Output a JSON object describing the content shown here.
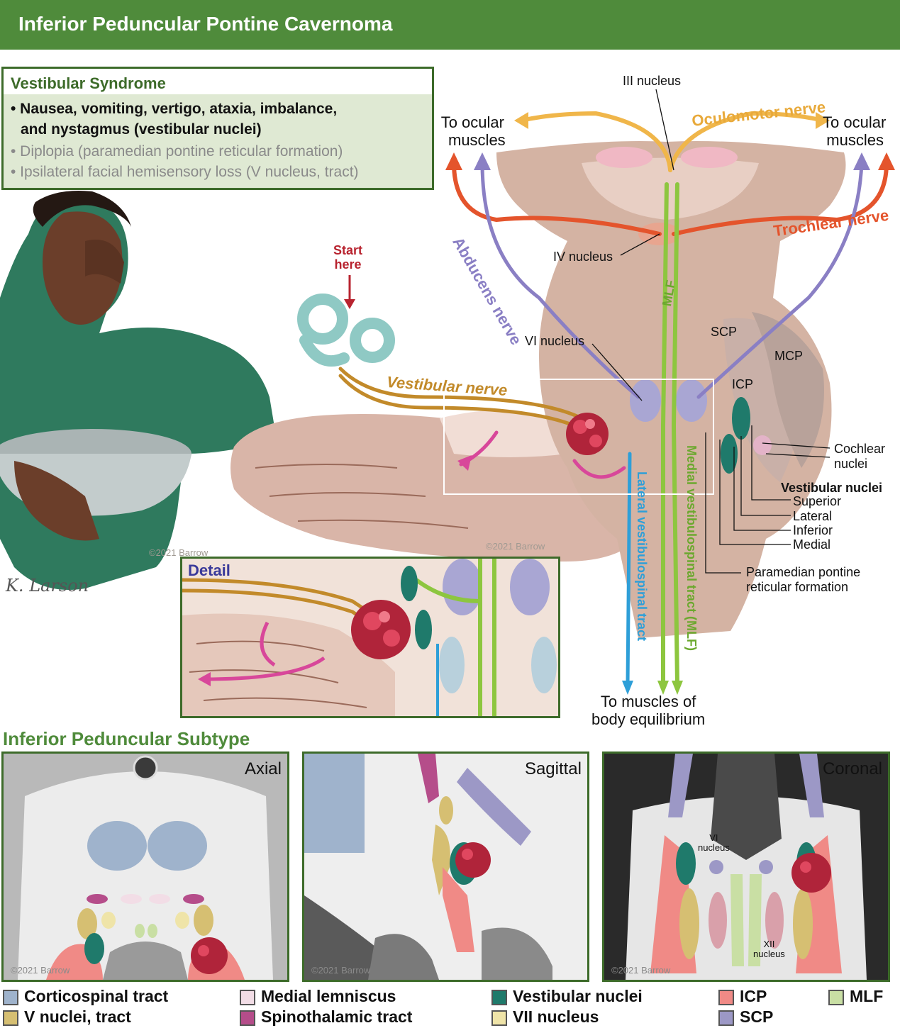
{
  "title": "Inferior Peduncular Pontine Cavernoma",
  "syndrome": {
    "heading": "Vestibular Syndrome",
    "symptoms": [
      "• Nausea, vomiting, vertigo, ataxia, imbalance,",
      "and nystagmus (vestibular nuclei)",
      "• Diplopia (paramedian pontine reticular formation)",
      "• Ipsilateral facial hemisensory loss (V nucleus, tract)"
    ]
  },
  "labels": {
    "iii_nucleus": "III nucleus",
    "oculomotor_nerve": "Oculomotor nerve",
    "to_ocular_left": [
      "To ocular",
      "muscles"
    ],
    "to_ocular_right": [
      "To ocular",
      "muscles"
    ],
    "abducens_nerve": "Abducens nerve",
    "trochlear_nerve": "Trochlear nerve",
    "iv_nucleus": "IV nucleus",
    "start_here": [
      "Start",
      "here"
    ],
    "mlf": "MLF",
    "vi_nucleus": "VI nucleus",
    "scp": "SCP",
    "mcp": "MCP",
    "icp": "ICP",
    "vestibular_nerve": "Vestibular nerve",
    "cochlear_nuclei": [
      "Cochlear",
      "nuclei"
    ],
    "vestibular_nuclei_heading": "Vestibular nuclei",
    "vestibular_nuclei_list": [
      "Superior",
      "Lateral",
      "Inferior",
      "Medial"
    ],
    "ppr_formation": [
      "Paramedian pontine",
      "reticular formation"
    ],
    "lateral_tract": "Lateral vestibulospinal tract",
    "medial_tract": "Medial vestibulospinal tract (MLF)",
    "to_muscles": [
      "To muscles of",
      "body equilibrium"
    ],
    "copyright": "©2021 Barrow",
    "signature": "K. Larson"
  },
  "detail": {
    "title": "Detail"
  },
  "subtype": {
    "title": "Inferior Peduncular Subtype",
    "panels": [
      {
        "title": "Axial",
        "copyright": "©2021 Barrow"
      },
      {
        "title": "Sagittal",
        "copyright": "©2021 Barrow"
      },
      {
        "title": "Coronal",
        "copyright": "©2021 Barrow",
        "vi_nucleus": [
          "VI",
          "nucleus"
        ],
        "xii_nucleus": [
          "XII",
          "nucleus"
        ]
      }
    ]
  },
  "legend": [
    {
      "label": "Corticospinal tract",
      "color": "#9fb3cc"
    },
    {
      "label": "V nuclei, tract",
      "color": "#d6bf72"
    },
    {
      "label": "Medial lemniscus",
      "color": "#f2dde6"
    },
    {
      "label": "Spinothalamic tract",
      "color": "#b54d8a"
    },
    {
      "label": "Vestibular nuclei",
      "color": "#1f7a6b"
    },
    {
      "label": "VII nucleus",
      "color": "#efe4a8"
    },
    {
      "label": "ICP",
      "color": "#f08a86"
    },
    {
      "label": "SCP",
      "color": "#9c98c6"
    },
    {
      "label": "MLF",
      "color": "#c9dfa4"
    }
  ],
  "colors": {
    "brand_green": "#4f8b3b",
    "dark_green": "#3d6b2a",
    "brainstem": "#d8b8a8",
    "oculomotor": "#f0b64a",
    "trochlear": "#e4542c",
    "abducens": "#8a7fc4",
    "vestibular_nerve": "#c28a2a",
    "lateral_tract": "#2e9fd8",
    "medial_tract": "#8dc63f",
    "cavernoma": "#b0243a"
  }
}
